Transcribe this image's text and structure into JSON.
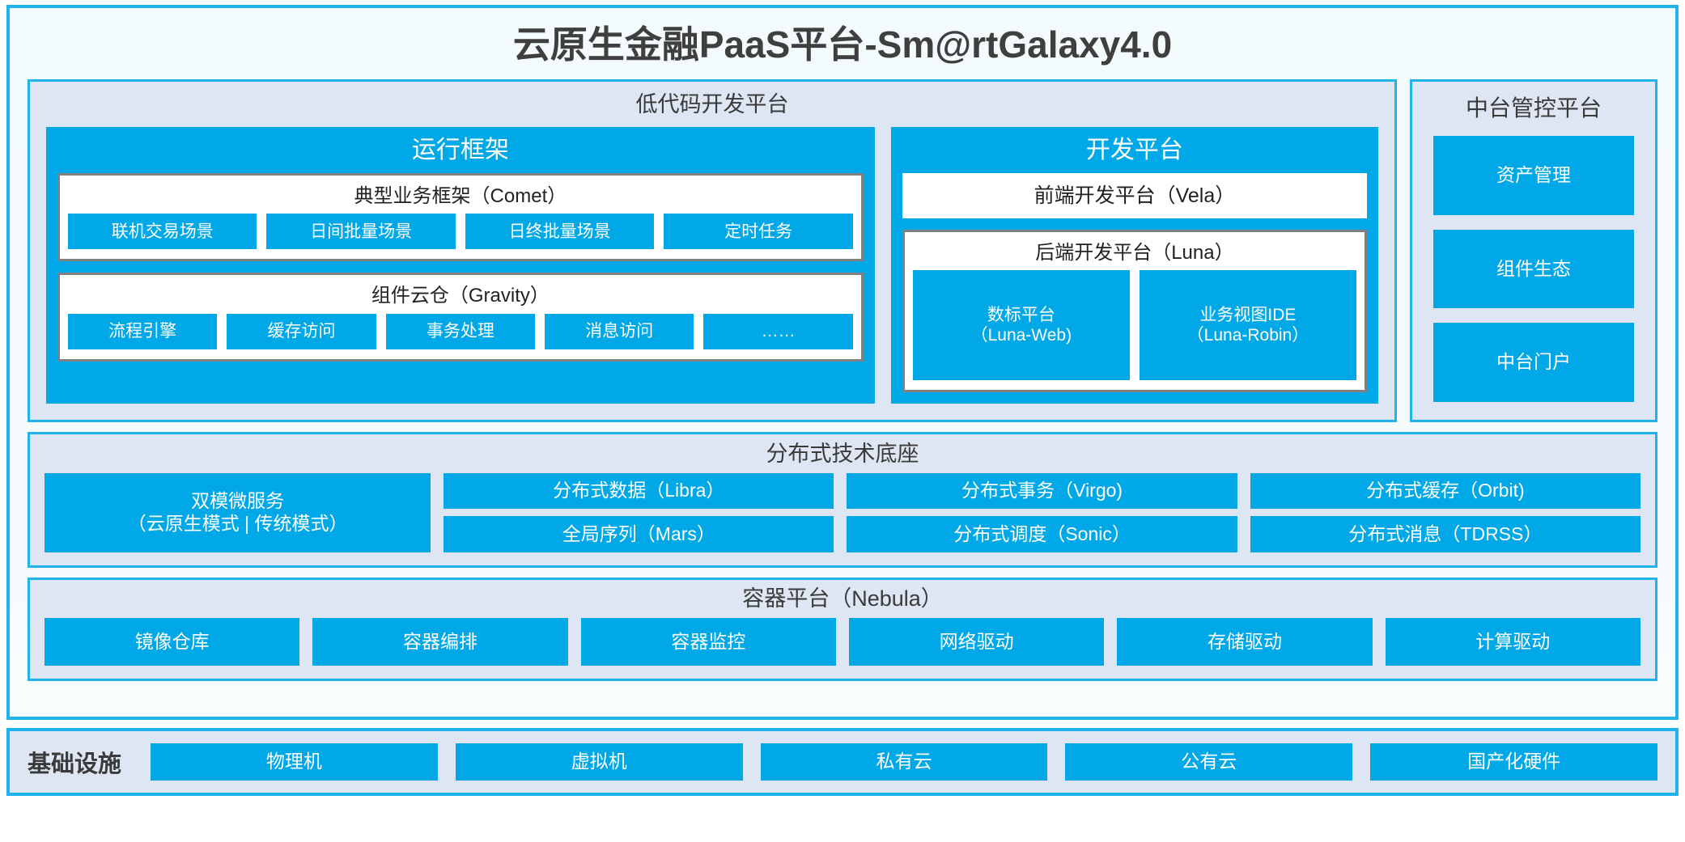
{
  "title": "云原生金融PaaS平台-Sm@rtGalaxy4.0",
  "colors": {
    "accent": "#00a8e8",
    "panel_bg": "#dde6f2",
    "border": "#1fb2ec",
    "card_border": "#808080"
  },
  "lowcode": {
    "title": "低代码开发平台",
    "runtime": {
      "title": "运行框架",
      "comet": {
        "title": "典型业务框架（Comet）",
        "items": [
          "联机交易场景",
          "日间批量场景",
          "日终批量场景",
          "定时任务"
        ]
      },
      "gravity": {
        "title": "组件云仓（Gravity）",
        "items": [
          "流程引擎",
          "缓存访问",
          "事务处理",
          "消息访问",
          "……"
        ]
      }
    },
    "devplatform": {
      "title": "开发平台",
      "vela": "前端开发平台（Vela）",
      "luna": {
        "title": "后端开发平台（Luna）",
        "items": [
          "数标平台\n（Luna-Web)",
          "业务视图IDE\n（Luna-Robin）"
        ]
      }
    }
  },
  "midplatform": {
    "title": "中台管控平台",
    "items": [
      "资产管理",
      "组件生态",
      "中台门户"
    ]
  },
  "tech": {
    "title": "分布式技术底座",
    "microservice": "双模微服务\n（云原生模式 | 传统模式）",
    "col2": [
      "分布式数据（Libra）",
      "全局序列（Mars）"
    ],
    "col3": [
      "分布式事务（Virgo)",
      "分布式调度（Sonic）"
    ],
    "col4": [
      "分布式缓存（Orbit)",
      "分布式消息（TDRSS）"
    ]
  },
  "container": {
    "title": "容器平台（Nebula）",
    "items": [
      "镜像仓库",
      "容器编排",
      "容器监控",
      "网络驱动",
      "存储驱动",
      "计算驱动"
    ]
  },
  "infrastructure": {
    "label": "基础设施",
    "items": [
      "物理机",
      "虚拟机",
      "私有云",
      "公有云",
      "国产化硬件"
    ]
  }
}
